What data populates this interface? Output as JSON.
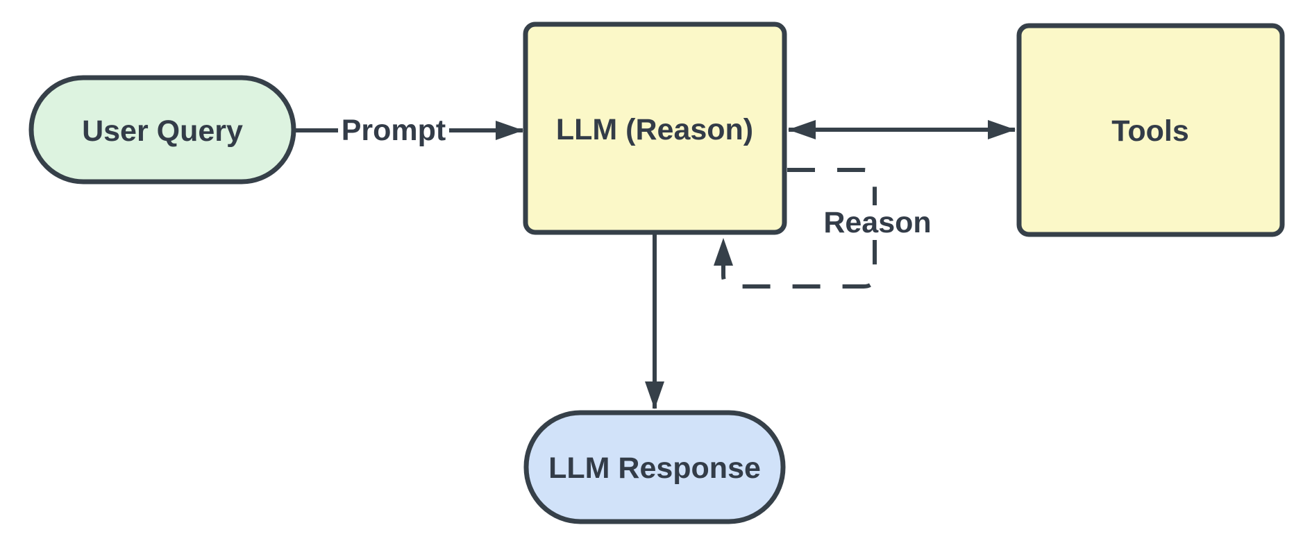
{
  "diagram": {
    "background": "#ffffff",
    "colors": {
      "stroke": "#364049",
      "text": "#333c48",
      "label_background": "#ffffff",
      "node_green": "#ddf3e0",
      "node_yellow": "#fbf8c8",
      "node_blue": "#d1e2f9"
    },
    "nodes": {
      "user_query": {
        "label": "User Query",
        "shape": "stadium",
        "fill": "#ddf3e0"
      },
      "llm_reason": {
        "label": "LLM (Reason)",
        "shape": "rounded-rect",
        "fill": "#fbf8c8"
      },
      "tools": {
        "label": "Tools",
        "shape": "rounded-rect",
        "fill": "#fbf8c8"
      },
      "llm_response": {
        "label": "LLM Response",
        "shape": "stadium",
        "fill": "#d1e2f9"
      }
    },
    "edges": [
      {
        "from": "user_query",
        "to": "llm_reason",
        "label": "Prompt",
        "style": "solid",
        "direction": "forward"
      },
      {
        "from": "llm_reason",
        "to": "tools",
        "label": "",
        "style": "solid",
        "direction": "both"
      },
      {
        "from": "llm_reason",
        "to": "llm_response",
        "label": "",
        "style": "solid",
        "direction": "forward"
      },
      {
        "from": "llm_reason",
        "to": "llm_reason",
        "label": "Reason",
        "style": "dashed",
        "direction": "forward"
      }
    ]
  }
}
